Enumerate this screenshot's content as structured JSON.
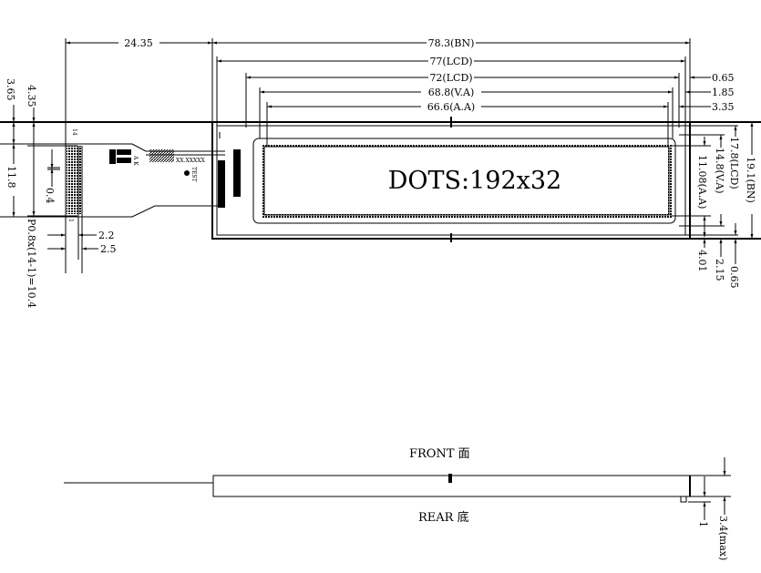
{
  "title": "DOTS:192x32",
  "top_dims": {
    "fpc_offset": "24.35",
    "bn_width": "78.3(BN)",
    "lcd_width": "77(LCD)",
    "lcd_inner": "72(LCD)",
    "va_width": "68.8(V.A)",
    "aa_width": "66.6(A.A)",
    "r1": "0.65",
    "r2": "1.85",
    "r3": "3.35"
  },
  "right_dims": {
    "bn_height": "19.1(BN)",
    "lcd_height": "17.8(LCD)",
    "va_height": "14.8(V.A)",
    "aa_height": "11.08(A.A)",
    "b1": "0.65",
    "b2": "2.15",
    "b3": "4.01"
  },
  "left_dims": {
    "d1": "3.65",
    "d2": "4.35",
    "d3": "11.8",
    "d4": "0.4",
    "pitch": "P0.8x(14-1)=10.4",
    "w1": "2.2",
    "w2": "2.5",
    "pin_first": "1",
    "pin_last": "14"
  },
  "fpc_marks": {
    "a": "A K",
    "b": "XX.XXXXX",
    "c": "TEST"
  },
  "side_view": {
    "front": "FRONT 面",
    "rear": "REAR 底",
    "thickness": "3.4(max)",
    "step": "1"
  }
}
